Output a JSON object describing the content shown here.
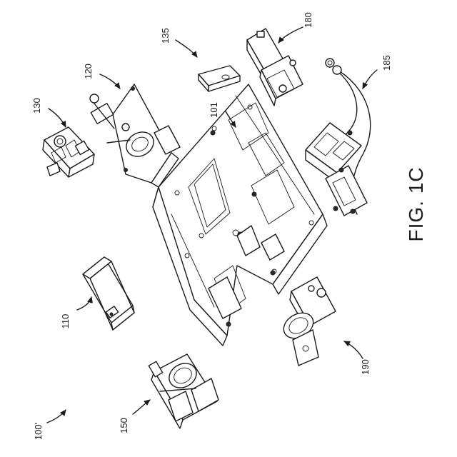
{
  "figure": {
    "title": "FIG. 1C",
    "assembly_label": "100'"
  },
  "components": [
    {
      "id": "base_plate",
      "label": "101"
    },
    {
      "id": "housing",
      "label": "110"
    },
    {
      "id": "motor_assembly",
      "label": "120"
    },
    {
      "id": "connector_block",
      "label": "130"
    },
    {
      "id": "small_bracket",
      "label": "135"
    },
    {
      "id": "lens_mount",
      "label": "150"
    },
    {
      "id": "rail_block",
      "label": "180"
    },
    {
      "id": "cable_assembly",
      "label": "185"
    },
    {
      "id": "cylinder_unit",
      "label": "190"
    }
  ]
}
